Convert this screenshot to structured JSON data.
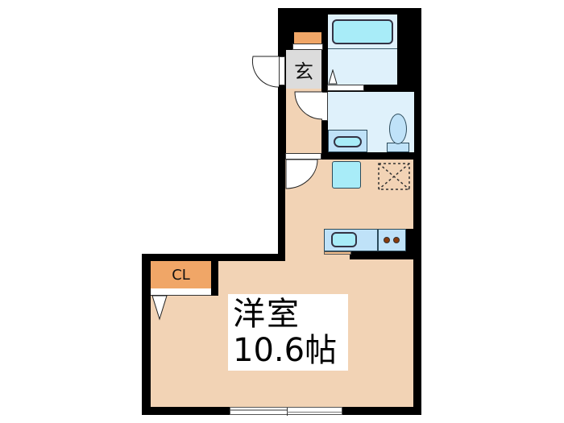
{
  "floorplan": {
    "main_room": {
      "name": "洋室",
      "size": "10.6帖"
    },
    "closet": {
      "label": "CL"
    },
    "entrance": {
      "label": "玄"
    }
  },
  "colors": {
    "wall": "#000000",
    "floor": "#f2d3b5",
    "bathroom": "#dff1fb",
    "fixture": "#bfe2f8",
    "bathtub": "#a8ecf8",
    "closet": "#f0a667",
    "entrance": "#dcdcdc",
    "stove_burner": "#8a3c0c"
  }
}
